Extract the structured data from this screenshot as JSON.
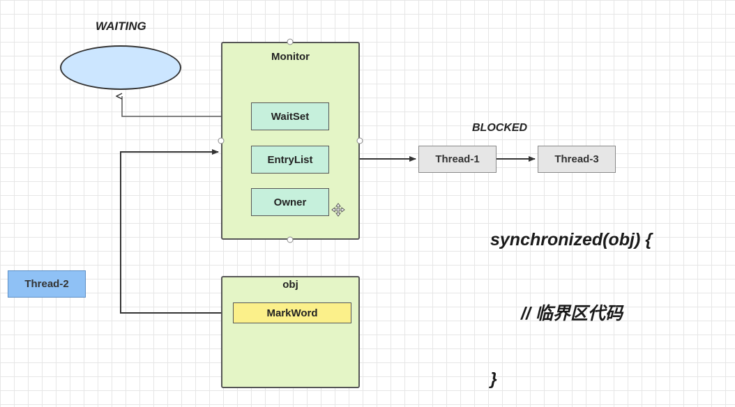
{
  "labels": {
    "waiting": "WAITING",
    "blocked": "BLOCKED"
  },
  "monitor": {
    "title": "Monitor",
    "waitset": "WaitSet",
    "entrylist": "EntryList",
    "owner": "Owner"
  },
  "obj": {
    "title": "obj",
    "markword": "MarkWord"
  },
  "threads": {
    "thread1": "Thread-1",
    "thread2": "Thread-2",
    "thread3": "Thread-3"
  },
  "code": {
    "line1": "synchronized(obj) {",
    "line2": "// 临界区代码",
    "line3": "}"
  },
  "colors": {
    "monitor_fill": "#e4f5c6",
    "inner_fill": "#c6f0dc",
    "markword_fill": "#fbf08a",
    "thread_fill": "#e6e6e6",
    "thread2_fill": "#8fc1f5",
    "ellipse_fill": "#cce6ff"
  }
}
